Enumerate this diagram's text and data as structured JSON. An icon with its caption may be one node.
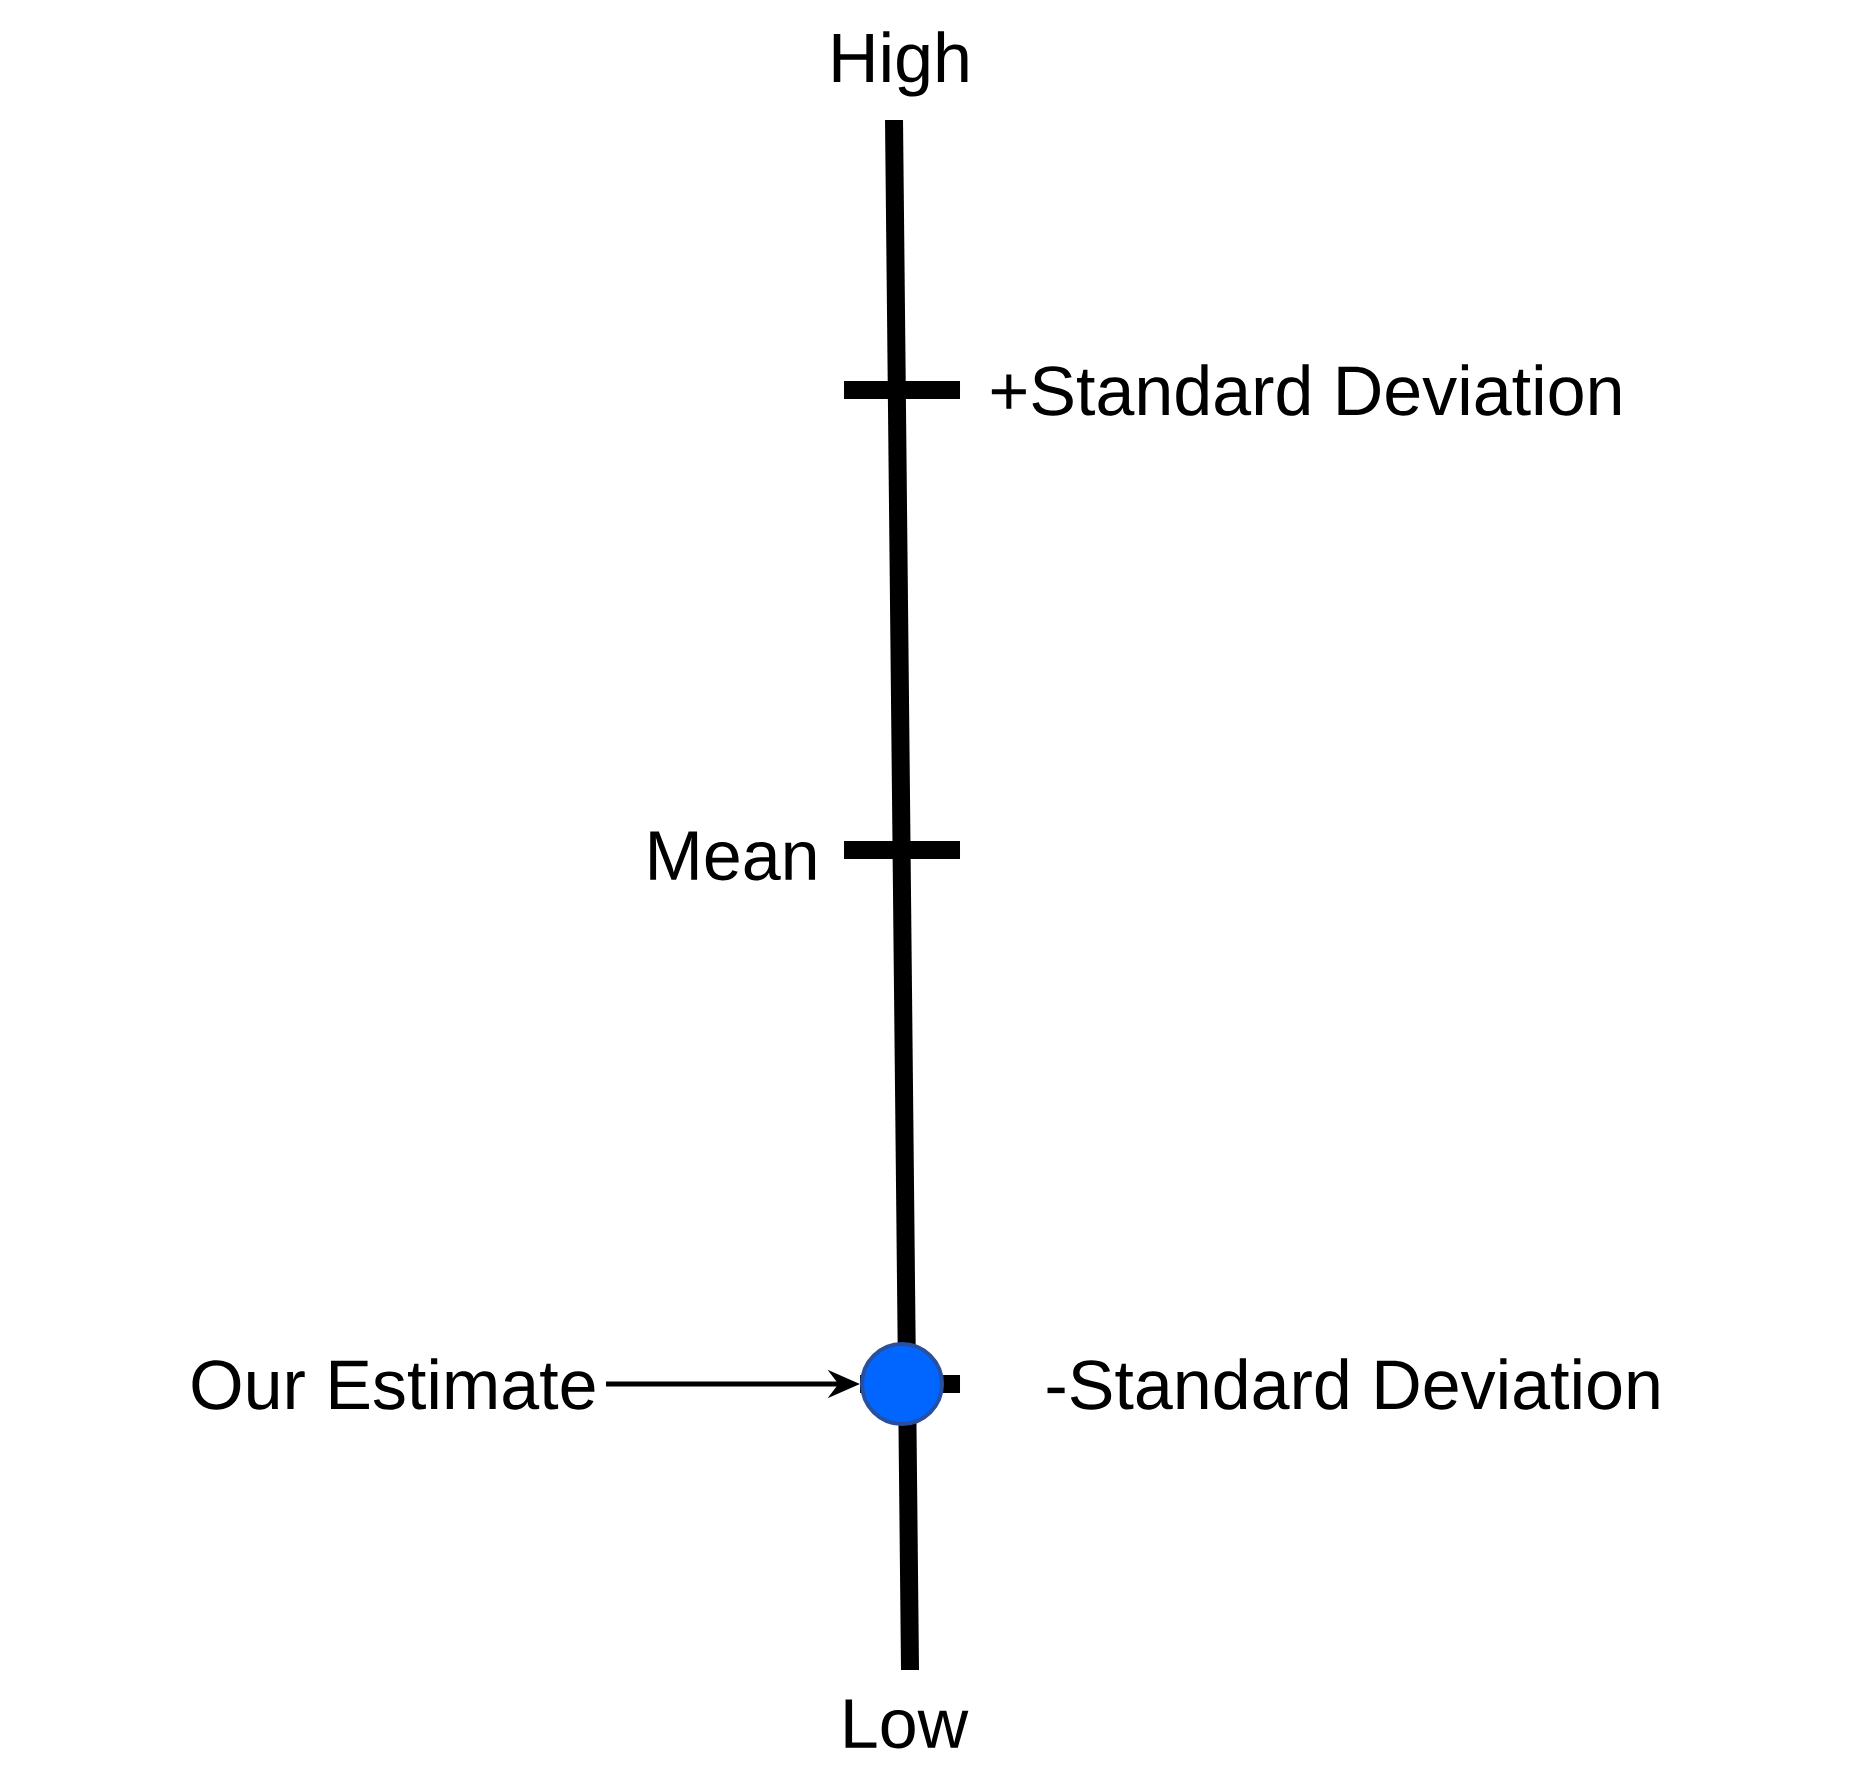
{
  "diagram": {
    "nodes": [
      {
        "text": [
          "Our Estimate"
        ]
      },
      {
        "text": [],
        "shape": "circle"
      }
    ],
    "edges": [
      {
        "from": 0,
        "to": 1,
        "arrow": "to"
      }
    ],
    "labels": [
      "High",
      "+Standard Deviation",
      "Mean",
      "-Standard Deviation",
      "Low"
    ]
  }
}
